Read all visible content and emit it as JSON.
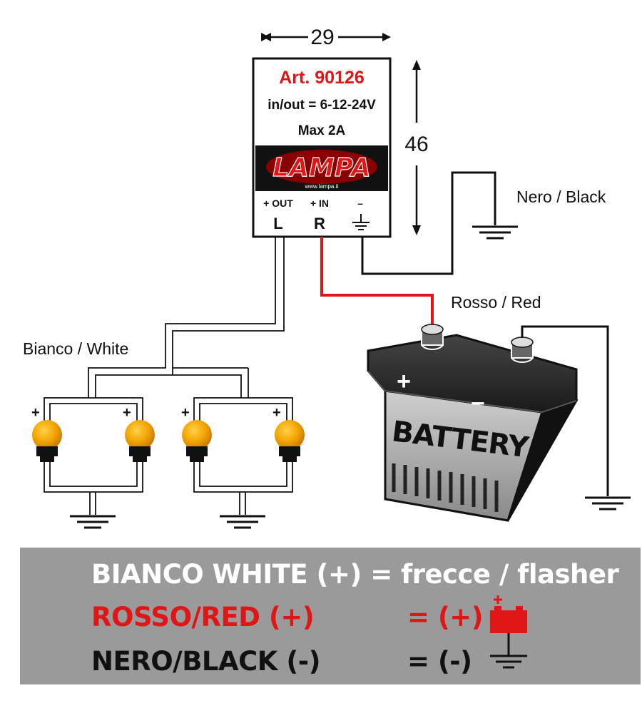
{
  "module": {
    "width_dim": "29",
    "height_dim": "46",
    "art": "Art. 90126",
    "voltage": "in/out = 6-12-24V",
    "max": "Max 2A",
    "logo_text": "LAMPA",
    "logo_url": "www.lampa.it",
    "terminals": [
      {
        "top": "+ OUT",
        "bottom": "L"
      },
      {
        "top": "+ IN",
        "bottom": "R"
      },
      {
        "top": "–",
        "bottom": ""
      }
    ]
  },
  "labels": {
    "black_wire": "Nero / Black",
    "red_wire": "Rosso / Red",
    "white_wire": "Bianco / White"
  },
  "battery": {
    "label": "BATTERY",
    "plus": "+",
    "minus": "–"
  },
  "lamp_sign": "+",
  "legend": {
    "white_line": "BIANCO WHITE (+) = frecce / flasher",
    "red_label": "ROSSO/RED (+)",
    "red_eq": "= (+)",
    "black_label": "NERO/BLACK (-)",
    "black_eq": "= (-)",
    "battery_icon": "battery-icon",
    "ground_icon": "ground-icon"
  },
  "colors": {
    "red": "#e01515",
    "amber": "#f0a000",
    "legend_bg": "#9a9a9a"
  }
}
